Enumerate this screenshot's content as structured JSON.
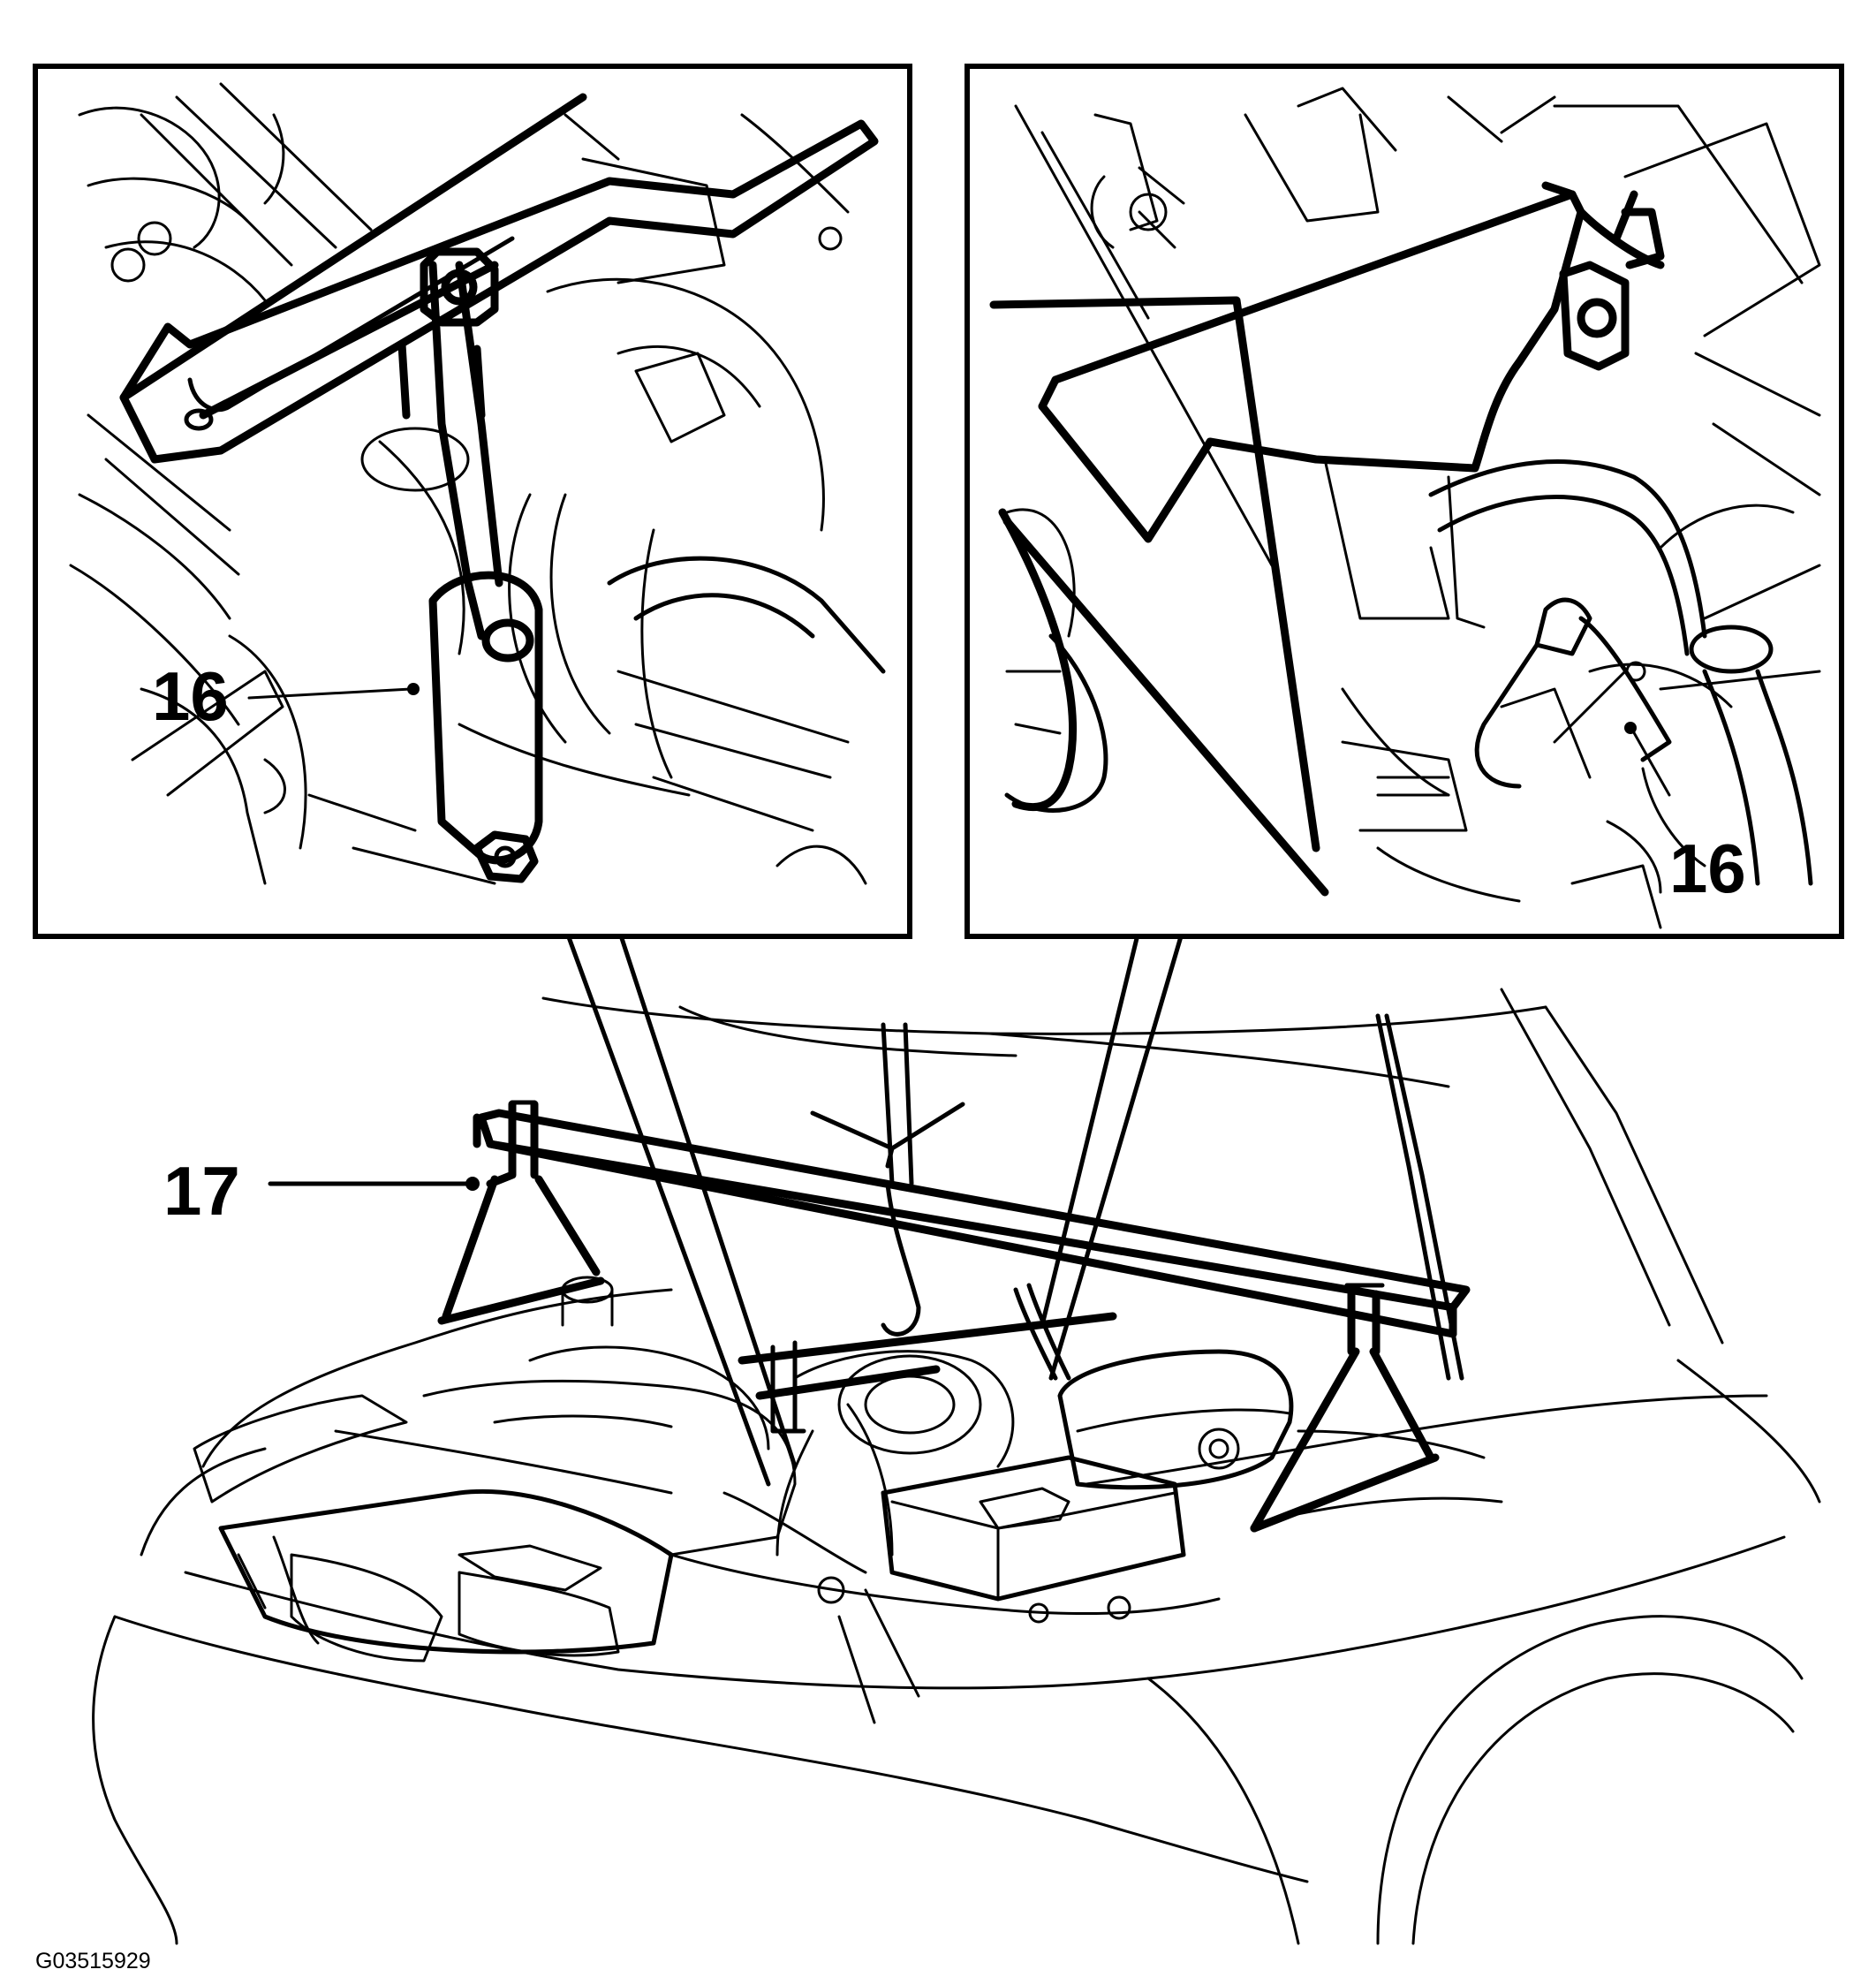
{
  "figure": {
    "id": "G03515929",
    "callouts": {
      "left_inset": "16",
      "right_inset": "16",
      "support_bar": "17"
    }
  },
  "colors": {
    "ink": "#000000",
    "paper": "#ffffff"
  },
  "icons": {
    "left_inset": "tensioner-strut-detail",
    "right_inset": "support-hook-detail",
    "main": "engine-bay-with-support-beam"
  }
}
